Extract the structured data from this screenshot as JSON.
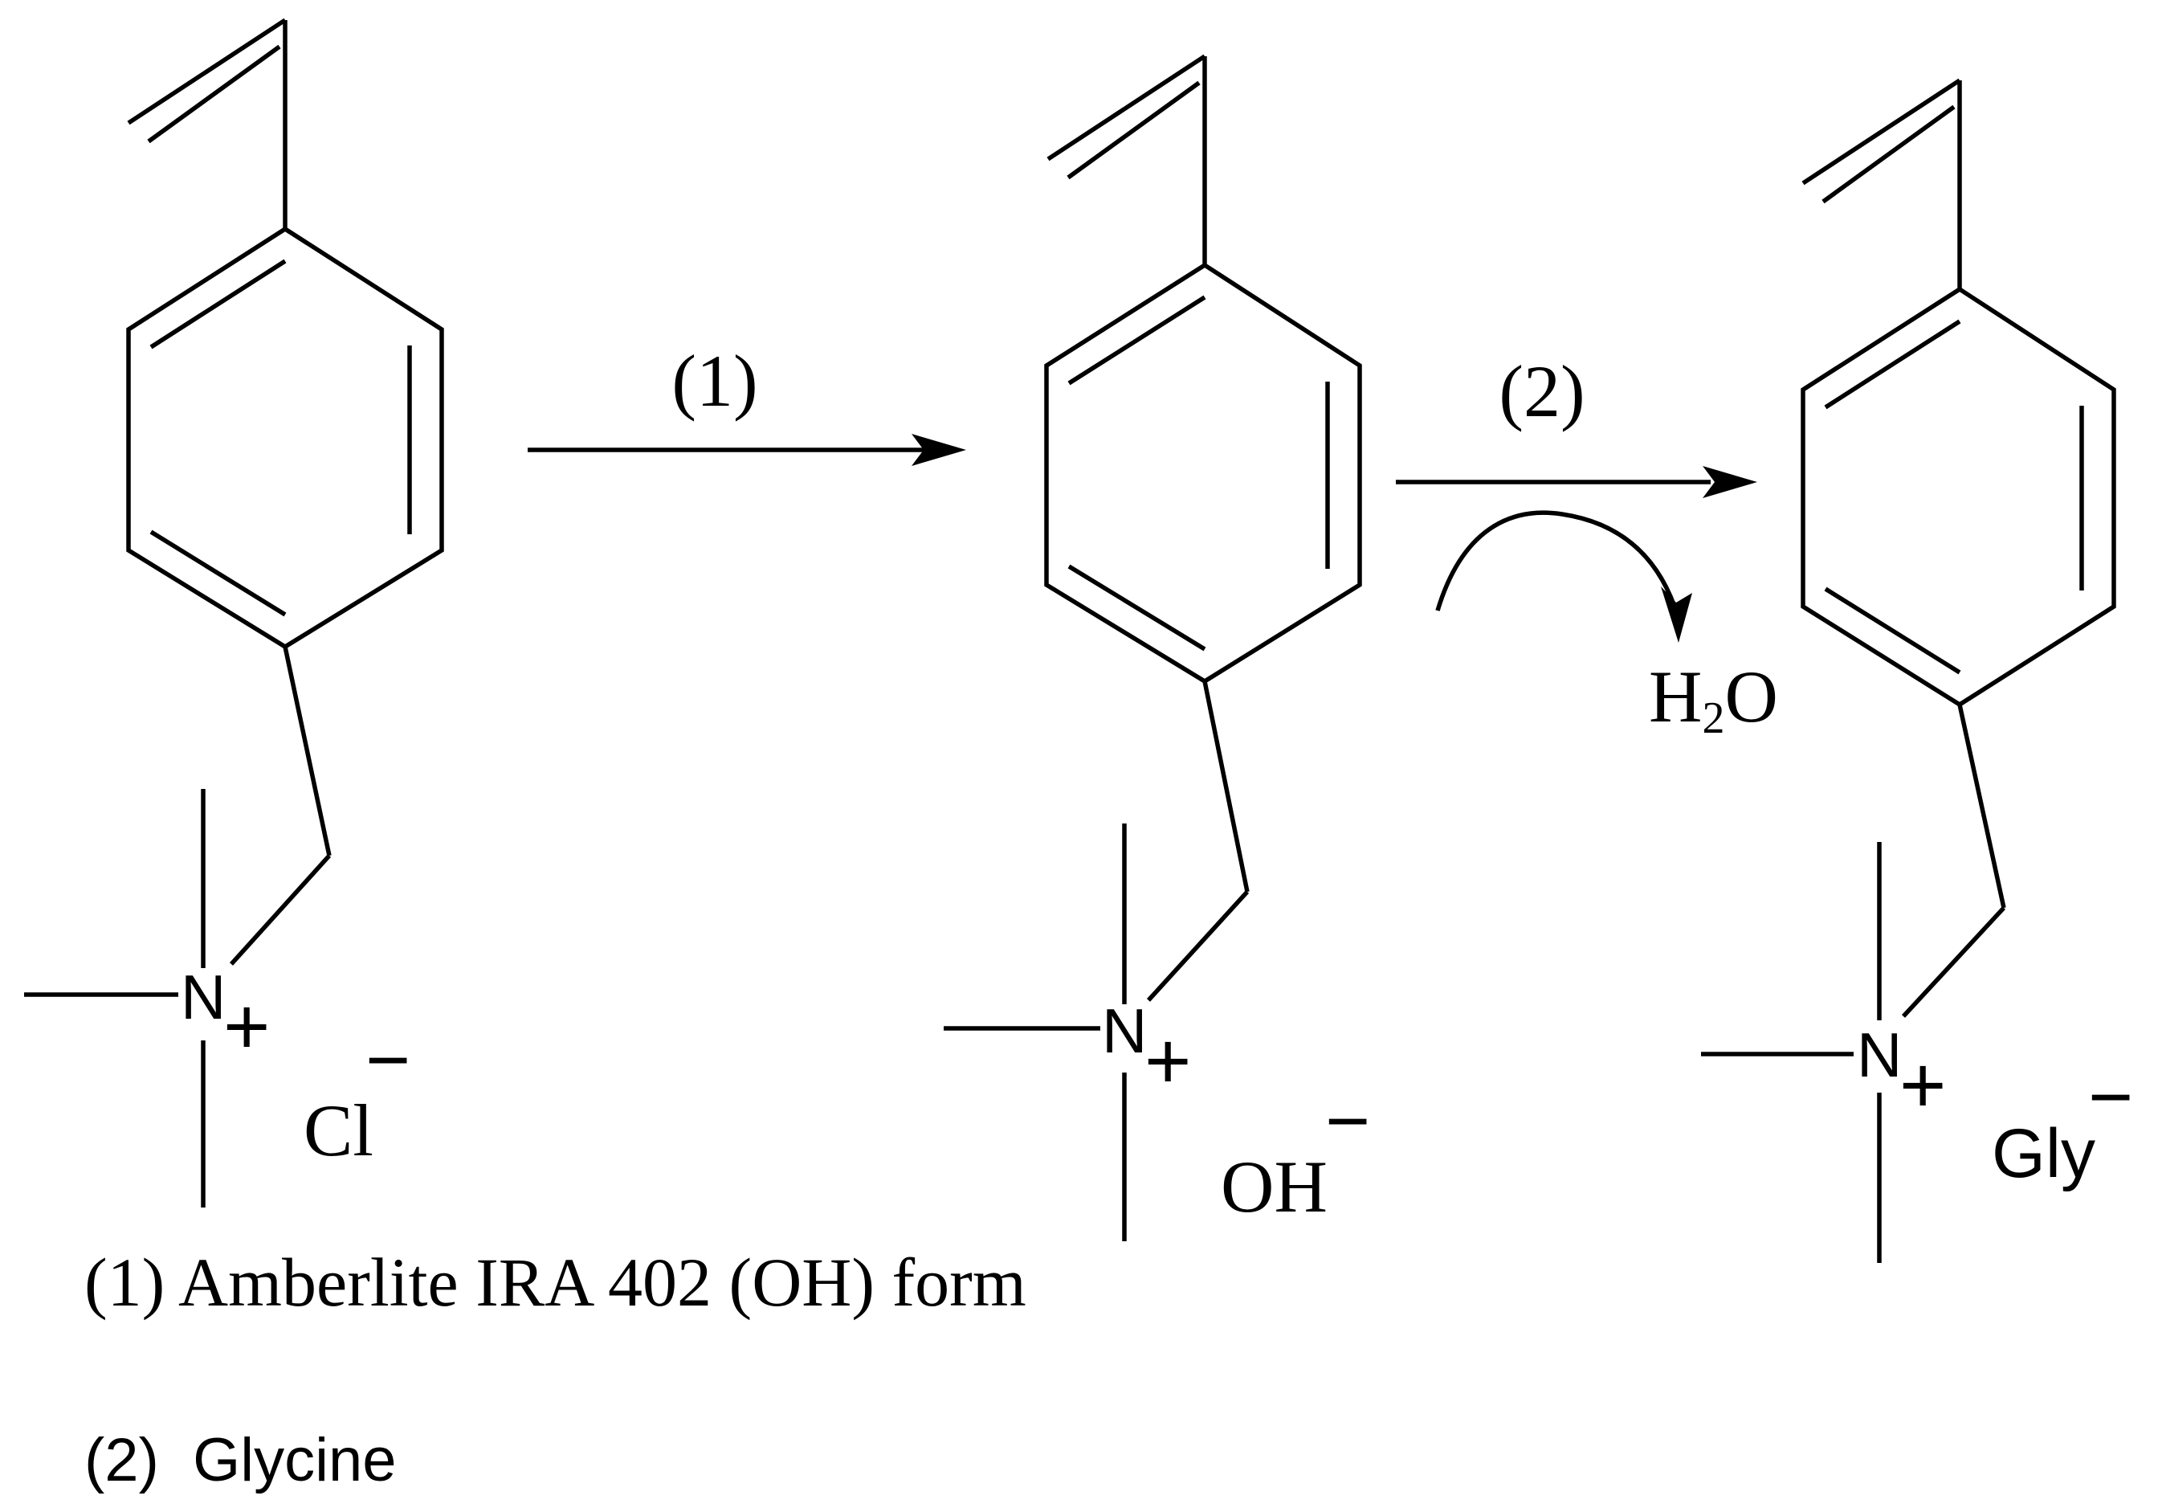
{
  "reagent_step_1": "(1)",
  "reagent_step_2": "(2)",
  "byproduct": {
    "H": "H",
    "sub": "2",
    "O": "O"
  },
  "molecules": [
    {
      "nitrogen": "N",
      "cation_sign": "+",
      "counterion": "Cl",
      "anion_sign": "−"
    },
    {
      "nitrogen": "N",
      "cation_sign": "+",
      "counterion": "OH",
      "anion_sign": "−"
    },
    {
      "nitrogen": "N",
      "cation_sign": "+",
      "counterion": "Gly",
      "anion_sign": "−"
    }
  ],
  "legend": [
    "(1) Amberlite IRA 402 (OH) form",
    "(2)  Glycine"
  ]
}
